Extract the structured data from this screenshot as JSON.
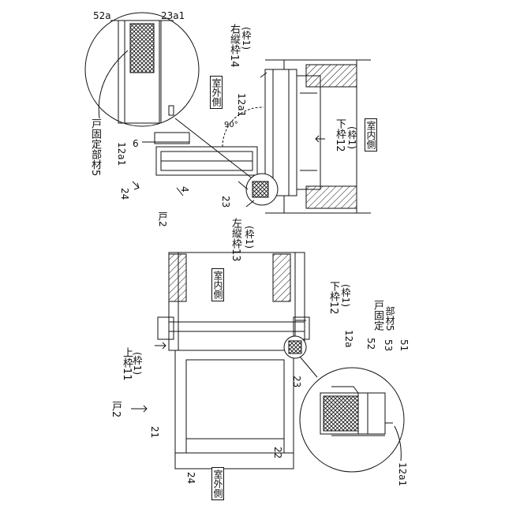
{
  "figure": {
    "labels": {
      "l52a": "52a",
      "l23a1": "23a1",
      "door_fixing_member": "戸固定部材5",
      "l12a1_top": "12a1",
      "l6": "6",
      "l24_top": "24",
      "door2_top": "戸2",
      "l4": "4",
      "l23_top": "23",
      "right_vertical_frame": "右縦枠14",
      "frame1_a": "(枠1)",
      "outdoor_top": "室外側",
      "l12a1_mid": "12a1",
      "angle": "90°",
      "lower_frame_top": "下枠12",
      "frame1_b": "(枠1)",
      "indoor_top": "室内側",
      "left_vertical_frame": "左縦枠13",
      "frame1_c": "(枠1)",
      "indoor_bottom": "室内側",
      "upper_frame": "上枠11",
      "frame1_d": "(枠1)",
      "lower_frame_bottom": "下枠12",
      "frame1_e": "(枠1)",
      "door_fixing_bottom_a": "戸固定",
      "door_fixing_bottom_b": "部材5",
      "door2_bottom": "戸2",
      "l21": "21",
      "l23_bottom": "23",
      "l12a": "12a",
      "l52": "52",
      "l53": "53",
      "l51": "51",
      "l22": "22",
      "l24_bottom": "24",
      "outdoor_bottom": "室外側",
      "l12a1_bottom": "12a1"
    }
  }
}
